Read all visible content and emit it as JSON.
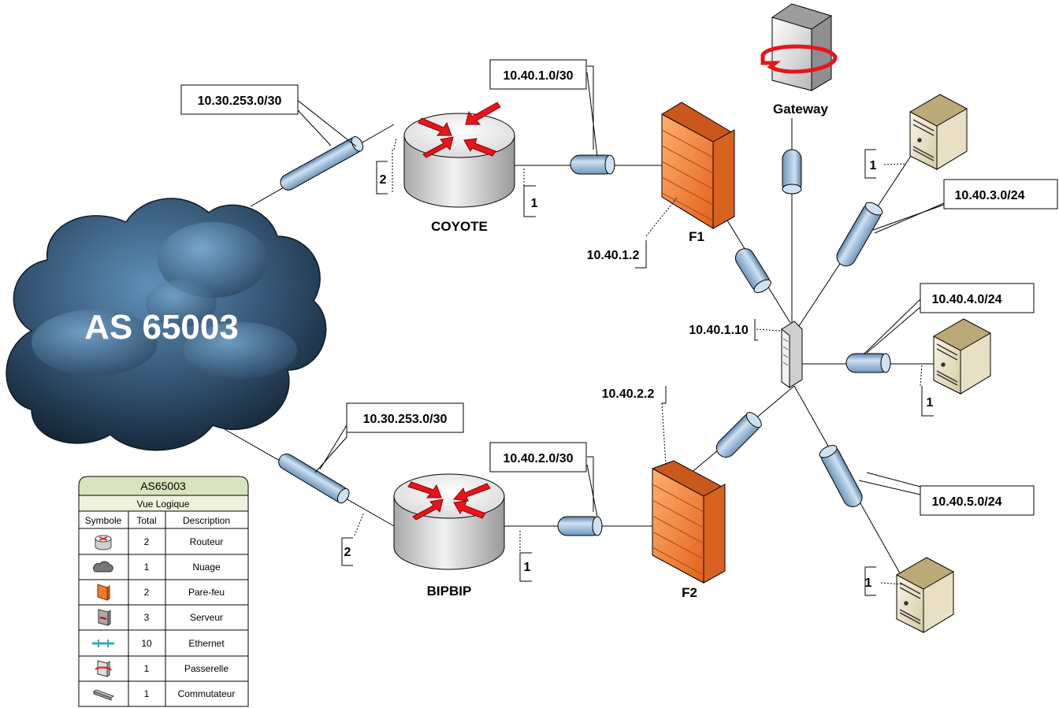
{
  "cloud": {
    "label": "AS 65003"
  },
  "routers": {
    "coyote": {
      "name": "COYOTE"
    },
    "bipbip": {
      "name": "BIPBIP"
    }
  },
  "firewalls": {
    "f1": {
      "name": "F1"
    },
    "f2": {
      "name": "F2"
    }
  },
  "gateway": {
    "name": "Gateway"
  },
  "subnets": {
    "top_wan": "10.30.253.0/30",
    "bottom_wan": "10.30.253.0/30",
    "coyote_f1": "10.40.1.0/30",
    "bipbip_f2": "10.40.2.0/30",
    "srv1": "10.40.3.0/24",
    "srv2": "10.40.4.0/24",
    "srv3": "10.40.5.0/24"
  },
  "ips": {
    "f1": "10.40.1.2",
    "f2": "10.40.2.2",
    "switch": "10.40.1.10"
  },
  "ports": {
    "coyote_wan": "2",
    "coyote_lan": "1",
    "bipbip_wan": "2",
    "bipbip_lan": "1",
    "srv1": "1",
    "srv2": "1",
    "srv3": "1"
  },
  "legend": {
    "title": "AS65003",
    "subtitle": "Vue Logique",
    "headers": [
      "Symbole",
      "Total",
      "Description"
    ],
    "rows": [
      {
        "icon": "router-icon",
        "total": "2",
        "desc": "Routeur"
      },
      {
        "icon": "cloud-icon",
        "total": "1",
        "desc": "Nuage"
      },
      {
        "icon": "firewall-icon",
        "total": "2",
        "desc": "Pare-feu"
      },
      {
        "icon": "server-icon",
        "total": "3",
        "desc": "Serveur"
      },
      {
        "icon": "ethernet-icon",
        "total": "10",
        "desc": "Ethernet"
      },
      {
        "icon": "gateway-icon",
        "total": "1",
        "desc": "Passerelle"
      },
      {
        "icon": "switch-icon",
        "total": "1",
        "desc": "Commutateur"
      }
    ]
  },
  "colors": {
    "cloud": "#2c4a66",
    "firewall": "#f07a2a",
    "link_connector": "#9fc0de",
    "arrows": "#e8141c",
    "legend_header": "#d8e4bc"
  }
}
